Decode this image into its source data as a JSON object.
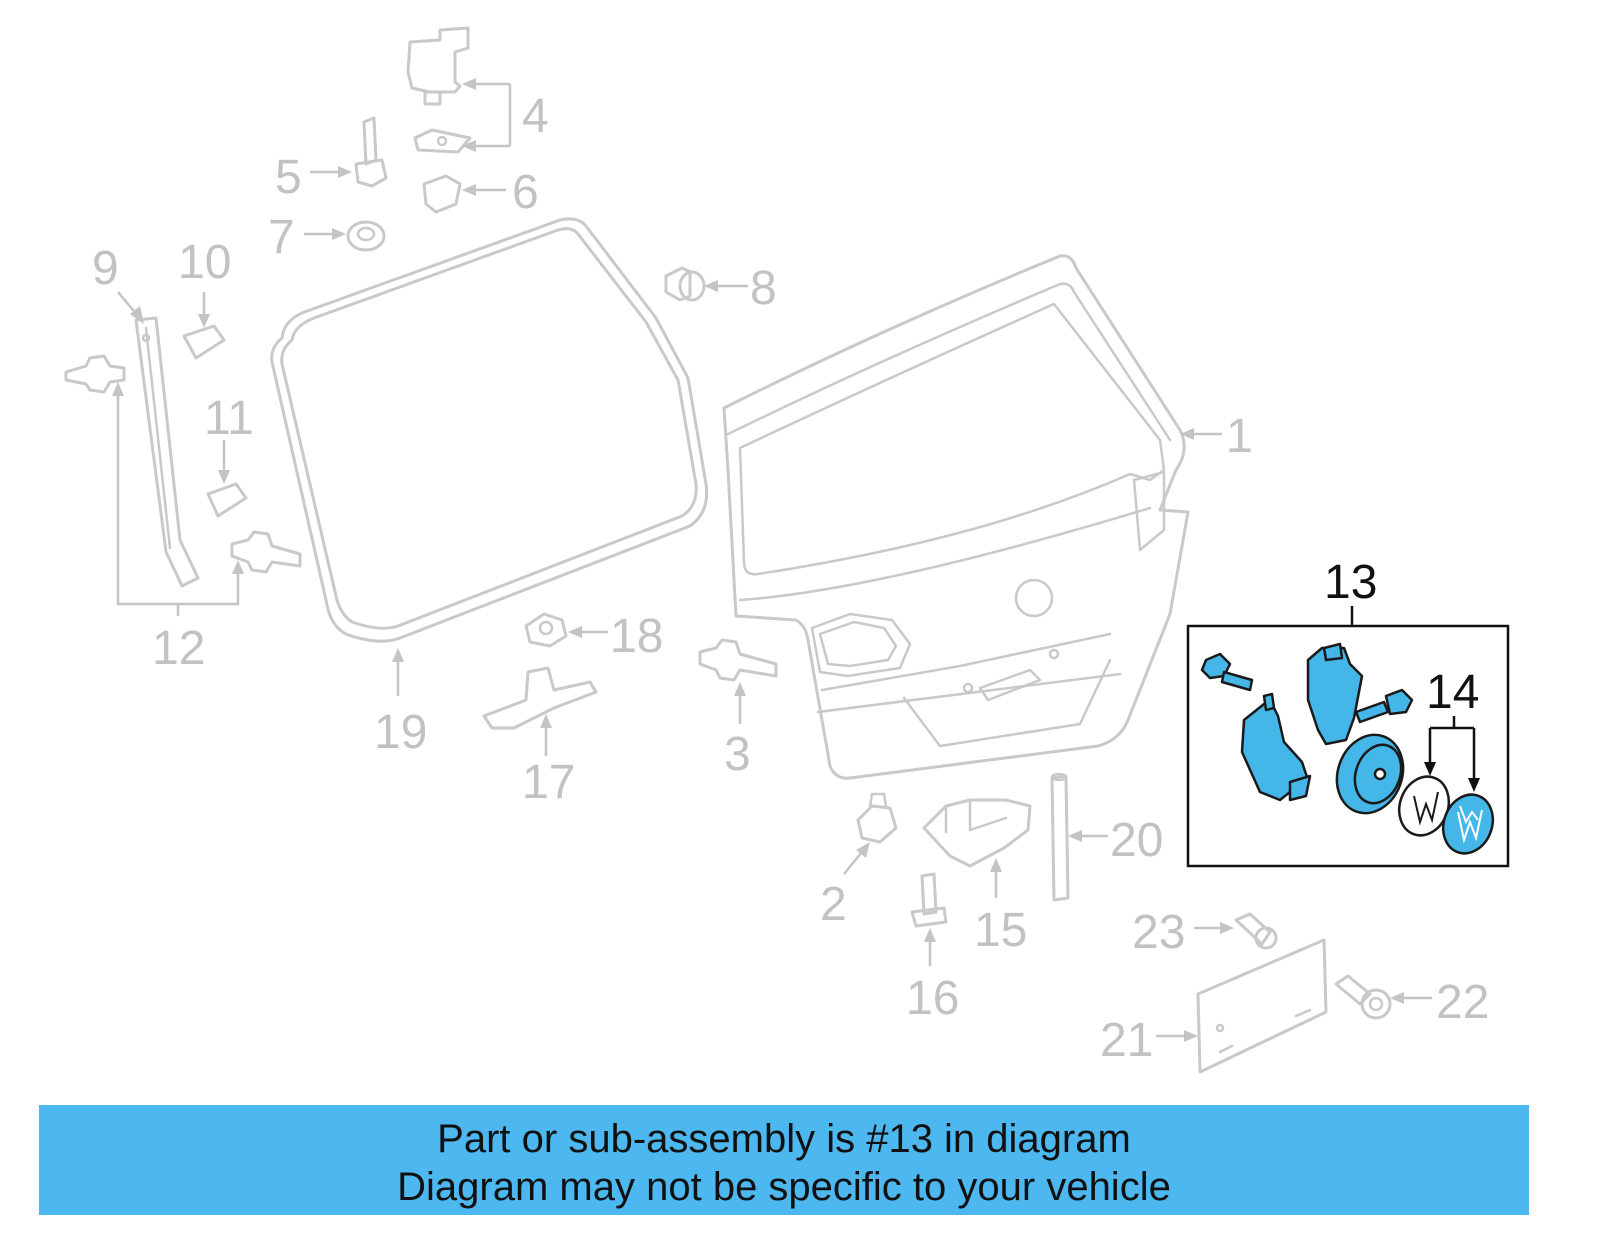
{
  "callouts": {
    "c1": "1",
    "c2": "2",
    "c3": "3",
    "c4": "4",
    "c5": "5",
    "c6": "6",
    "c7": "7",
    "c8": "8",
    "c9": "9",
    "c10": "10",
    "c11": "11",
    "c12": "12",
    "c13": "13",
    "c14": "14",
    "c15": "15",
    "c16": "16",
    "c17": "17",
    "c18": "18",
    "c19": "19",
    "c20": "20",
    "c21": "21",
    "c22": "22",
    "c23": "23"
  },
  "banner": {
    "line1": "Part or sub-assembly is #13 in diagram",
    "line2": "Diagram may not be specific to your vehicle"
  },
  "colors": {
    "highlight_part": "#44b6e8",
    "banner_bg": "#4db8ef",
    "ghost_part": "#c9c9c9"
  }
}
